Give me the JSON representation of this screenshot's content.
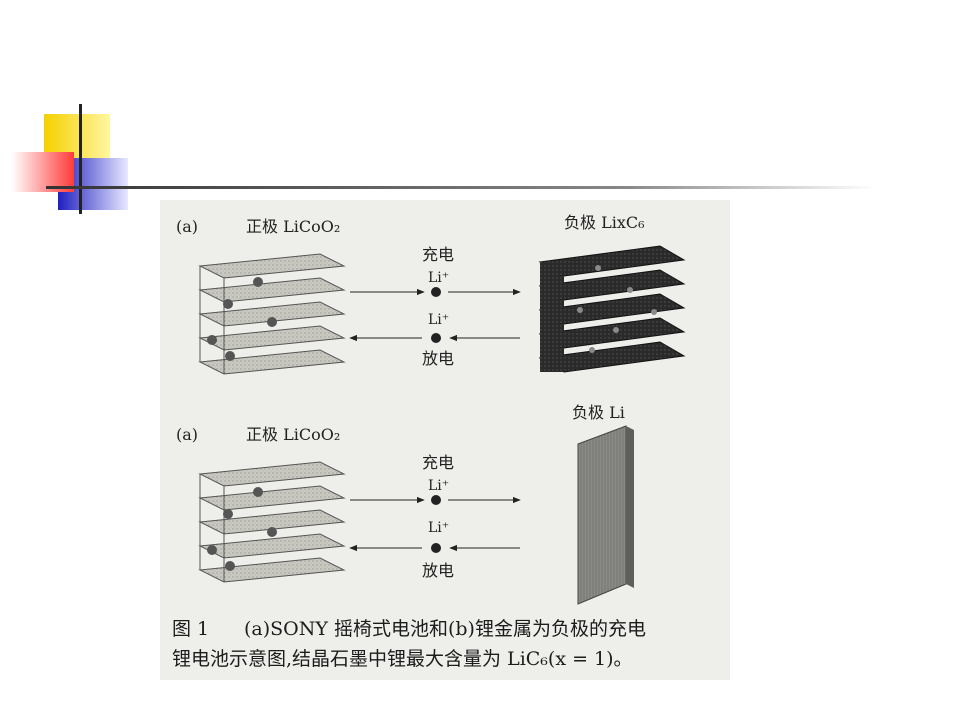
{
  "diagram_a": {
    "label": "(a)",
    "cathode_label": "正极 LiCoO₂",
    "anode_label": "负极 LixC₆",
    "charge_label": "充电",
    "discharge_label": "放电",
    "ion_top": "Li⁺",
    "ion_bottom": "Li⁺"
  },
  "diagram_b": {
    "label": "(a)",
    "cathode_label": "正极 LiCoO₂",
    "anode_label": "负极 Li",
    "charge_label": "充电",
    "discharge_label": "放电",
    "ion_top": "Li⁺",
    "ion_bottom": "Li⁺"
  },
  "caption": {
    "number": "图 1",
    "line1": "(a)SONY 摇椅式电池和(b)锂金属为负极的充电",
    "line2": "锂电池示意图,结晶石墨中锂最大含量为 LiC₆(x = 1)。"
  },
  "colors": {
    "deco_yellow": "#f5d000",
    "deco_red": "#ff4a4a",
    "deco_blue": "#2323c8",
    "rule": "#333333"
  }
}
